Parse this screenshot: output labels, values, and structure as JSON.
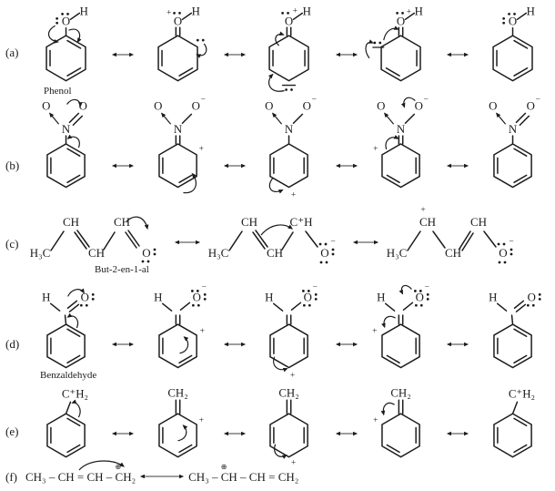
{
  "rows": {
    "a": {
      "label": "(a)",
      "caption": "Phenol"
    },
    "b": {
      "label": "(b)"
    },
    "c": {
      "label": "(c)",
      "caption": "But-2-en-1-al"
    },
    "d": {
      "label": "(d)",
      "caption": "Benzaldehyde"
    },
    "e": {
      "label": "(e)"
    },
    "f": {
      "label": "(f)",
      "lhs_pre": "CH₃ – CH = CH – ",
      "lhs_cation": "CH₂",
      "rhs_pre": "CH₃ – ",
      "rhs_cation": "CH",
      "rhs_post": " – CH = CH₂"
    }
  },
  "sym": {
    "O": "O",
    "H": "H",
    "N": "N",
    "CH": "CH",
    "H3C": "H₃C",
    "CH2": "CH₂",
    "CplusH": "C⁺H",
    "CplusH2": "C⁺H₂",
    "plus": "+",
    "minus": "−",
    "oplus": "⊕"
  }
}
